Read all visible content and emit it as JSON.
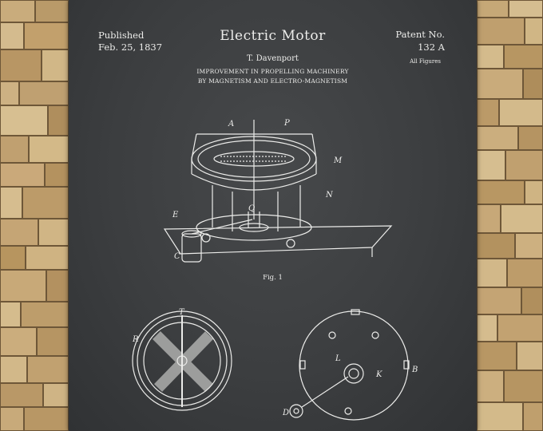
{
  "poster": {
    "published_label": "Published",
    "published_date": "Feb. 25, 1837",
    "title": "Electric Motor",
    "patent_label": "Patent No.",
    "patent_number": "132 A",
    "figures_note": "All Figures",
    "inventor": "T. Davenport",
    "description_line1": "IMPROVEMENT IN PROPELLING MACHINERY",
    "description_line2": "BY MAGNETISM AND ELECTRO-MAGNETISM",
    "figure_caption": "Fig. 1"
  },
  "colors": {
    "chalkboard": "#3f4143",
    "chalk_line": "#ececea",
    "stone_light": "#d2b98b",
    "stone_dark": "#9c7c4f"
  }
}
